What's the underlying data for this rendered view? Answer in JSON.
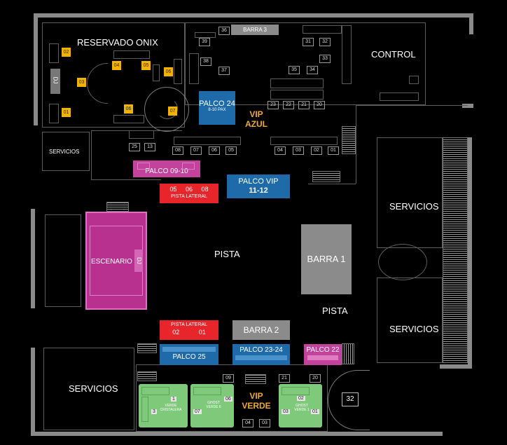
{
  "labels": {
    "reservado_onix": "RESERVADO ONIX",
    "control": "CONTROL",
    "servicios_small": "SERVICIOS",
    "servicios_right_top": "SERVICIOS",
    "servicios_right_bottom": "SERVICIOS",
    "servicios_bottom_left": "SERVICIOS",
    "pista_main": "PISTA",
    "pista_right": "PISTA",
    "dj_top": "DJ",
    "dj_stage": "DJ"
  },
  "vip_azul": {
    "line1": "VIP",
    "line2": "AZUL"
  },
  "vip_verde": {
    "line1": "VIP",
    "line2": "VERDE"
  },
  "barra3": "BARRA 3",
  "barra1": "BARRA 1",
  "barra2": "BARRA 2",
  "palco24": {
    "title": "PALCO 24",
    "sub": "8-10 PAX"
  },
  "palco0910": "PALCO 09-10",
  "palco_vip": {
    "line1": "PALCO VIP",
    "line2": "11-12"
  },
  "pista_lateral_top": {
    "label": "PISTA LATERAL",
    "nums": [
      "05",
      "06",
      "08"
    ]
  },
  "pista_lateral_bottom": {
    "label": "PISTA LATERAL",
    "nums": [
      "02",
      "01"
    ]
  },
  "escenario": "ESCENARIO",
  "palco25": "PALCO 25",
  "palco2324": "PALCO 23-24",
  "palco22": "PALCO 22",
  "table32": "32",
  "green": {
    "cristalera": {
      "title": "VERDE\nCRISTALERA",
      "n1": "1",
      "n2": "3"
    },
    "verde6": {
      "title": "GHOST\nVERDE 6",
      "n1": "06",
      "n2": "07"
    },
    "verde1": {
      "title": "GHOST\nVERDE 1",
      "n1": "02",
      "n2": "03",
      "n3": "01"
    }
  },
  "yellow_tables": [
    "02",
    "04",
    "05",
    "06",
    "03",
    "01",
    "06",
    "07"
  ],
  "tables": [
    "36",
    "39",
    "38",
    "37",
    "31",
    "32",
    "33",
    "35",
    "34",
    "23",
    "22",
    "21",
    "20",
    "25",
    "13",
    "08",
    "07",
    "06",
    "05",
    "04",
    "03",
    "02",
    "01",
    "09",
    "21",
    "20",
    "04",
    "03"
  ]
}
